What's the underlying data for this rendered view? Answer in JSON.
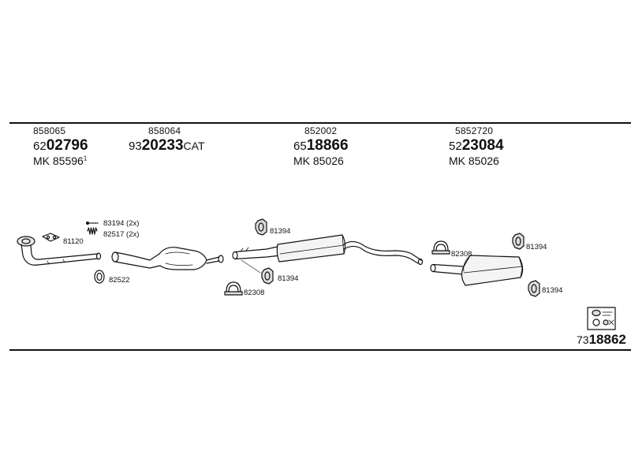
{
  "groups": [
    {
      "ref": "858065",
      "prefix": "62",
      "code": "02796",
      "suffix": "",
      "mk": "MK 85596",
      "mk_sup": "1"
    },
    {
      "ref": "858064",
      "prefix": "93",
      "code": "20233",
      "suffix": "CAT",
      "mk": "",
      "mk_sup": ""
    },
    {
      "ref": "852002",
      "prefix": "65",
      "code": "18866",
      "suffix": "",
      "mk": "MK 85026",
      "mk_sup": ""
    },
    {
      "ref": "5852720",
      "prefix": "52",
      "code": "23084",
      "suffix": "",
      "mk": "MK 85026",
      "mk_sup": ""
    }
  ],
  "parts": {
    "p81120": "81120",
    "p83194": "83194 (2x)",
    "p82517": "82517 (2x)",
    "p82522": "82522",
    "p81394a": "81394",
    "p81394b": "81394",
    "p82308a": "82308",
    "p82308b": "82308",
    "p81394c": "81394",
    "p81394d": "81394"
  },
  "kit": {
    "prefix": "73",
    "code": "18862"
  }
}
